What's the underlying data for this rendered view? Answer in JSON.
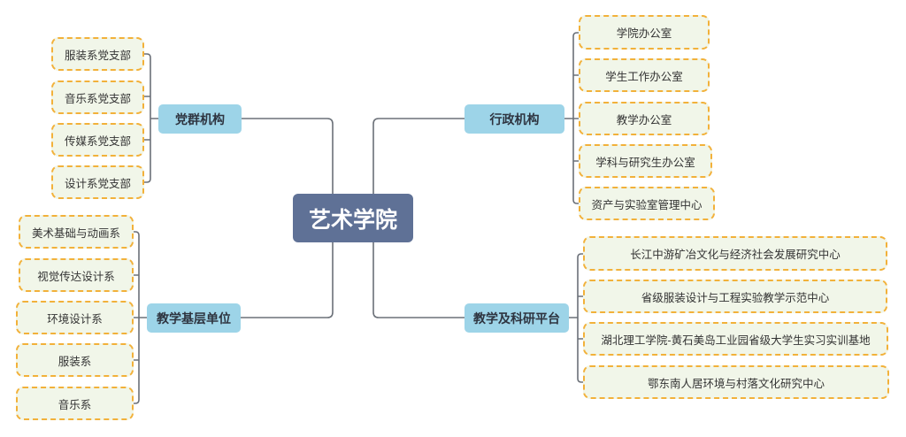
{
  "root": {
    "label": "艺术学院"
  },
  "branches": [
    {
      "label": "党群机构",
      "children": [
        "服装系党支部",
        "音乐系党支部",
        "传媒系党支部",
        "设计系党支部"
      ]
    },
    {
      "label": "行政机构",
      "children": [
        "学院办公室",
        "学生工作办公室",
        "教学办公室",
        "学科与研究生办公室",
        "资产与实验室管理中心"
      ]
    },
    {
      "label": "教学基层单位",
      "children": [
        "美术基础与动画系",
        "视觉传达设计系",
        "环境设计系",
        "服装系",
        "音乐系"
      ]
    },
    {
      "label": "教学及科研平台",
      "children": [
        "长江中游矿冶文化与经济社会发展研究中心",
        "省级服装设计与工程实验教学示范中心",
        "湖北理工学院-黄石美岛工业园省级大学生实习实训基地",
        "鄂东南人居环境与村落文化研究中心"
      ]
    }
  ],
  "colors": {
    "root": "#5f7196",
    "branch": "#9dd4e8",
    "leaf_fill": "#f1f6e9",
    "leaf_border": "#f2b13a",
    "line": "#6b7078"
  }
}
